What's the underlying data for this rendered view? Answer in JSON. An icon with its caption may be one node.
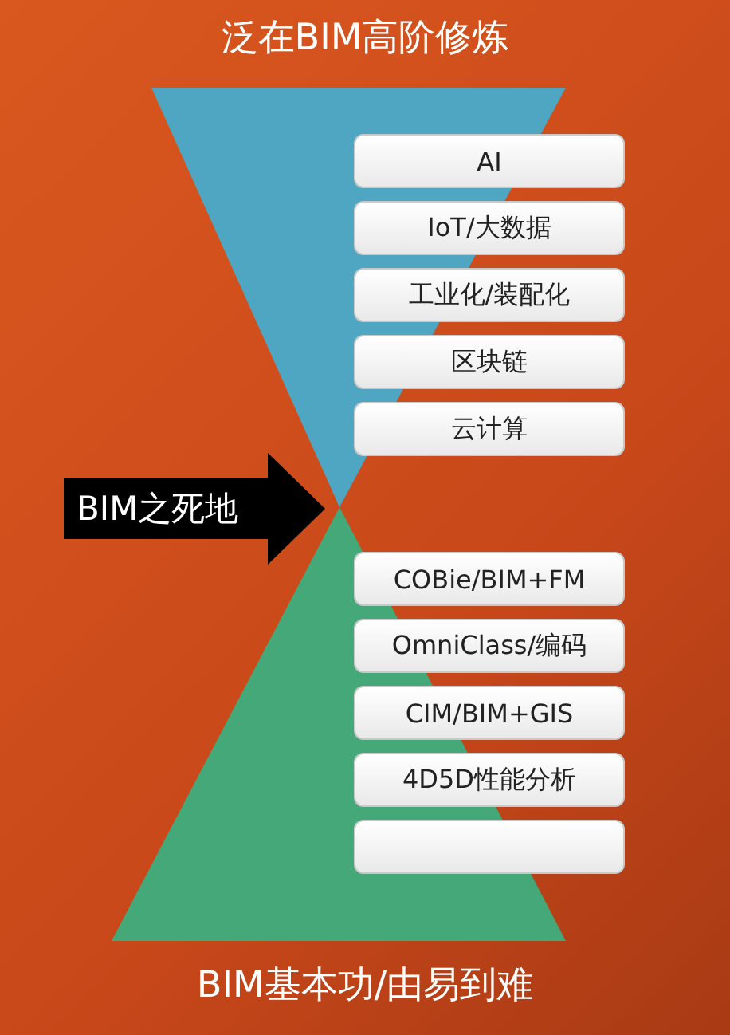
{
  "diagram": {
    "title": "泛在BIM高阶修炼",
    "caption": "BIM基本功/由易到难",
    "nodes": [
      {
        "text": [],
        "shape": "triangle"
      },
      {
        "text": [
          "AI"
        ]
      },
      {
        "text": [
          "IoT/大数据"
        ]
      },
      {
        "text": [
          "工业化/装配化"
        ]
      },
      {
        "text": [
          "区块链"
        ]
      },
      {
        "text": [
          "云计算"
        ]
      },
      {
        "text": [
          "BIM之死地"
        ]
      },
      {
        "text": [],
        "shape": "triangle"
      },
      {
        "text": [
          "COBie/BIM+FM"
        ]
      },
      {
        "text": [
          "OmniClass/编码"
        ]
      },
      {
        "text": [
          "CIM/BIM+GIS"
        ]
      },
      {
        "text": [
          "4D5D性能分析"
        ]
      },
      {
        "text": [],
        "shape": "box"
      }
    ]
  }
}
